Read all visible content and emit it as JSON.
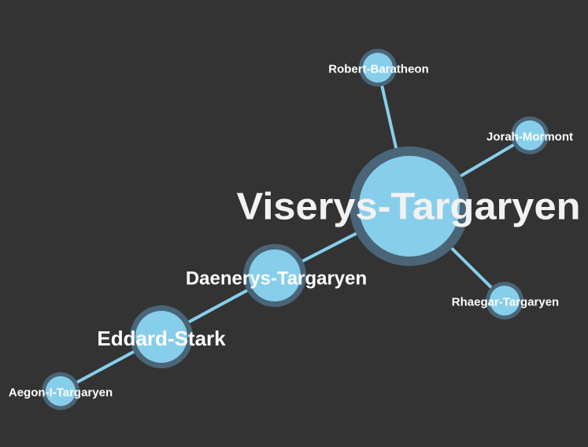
{
  "colors": {
    "background": "#333333",
    "node_fill": "#87ceeb",
    "node_ring": "#4a6577",
    "edge": "#87ceeb",
    "label": "#ffffff"
  },
  "nodes": {
    "viserys": {
      "label": "Viserys-Targaryen"
    },
    "daenerys": {
      "label": "Daenerys-Targaryen"
    },
    "eddard": {
      "label": "Eddard-Stark"
    },
    "aegon": {
      "label": "Aegon-I-Targaryen"
    },
    "robert": {
      "label": "Robert-Baratheon"
    },
    "jorah": {
      "label": "Jorah-Mormont"
    },
    "rhaegar": {
      "label": "Rhaegar-Targaryen"
    }
  },
  "edges": [
    [
      "viserys",
      "robert"
    ],
    [
      "viserys",
      "jorah"
    ],
    [
      "viserys",
      "rhaegar"
    ],
    [
      "viserys",
      "daenerys"
    ],
    [
      "daenerys",
      "eddard"
    ],
    [
      "eddard",
      "aegon"
    ]
  ]
}
